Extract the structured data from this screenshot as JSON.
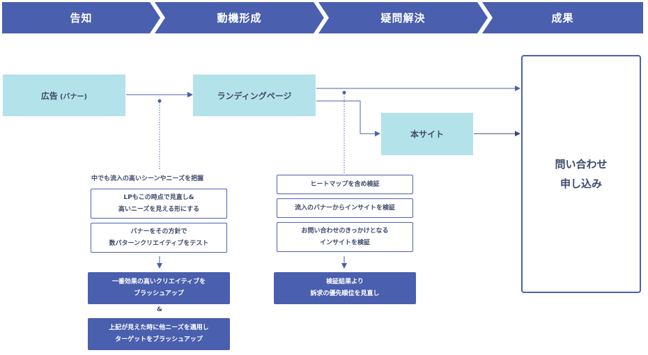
{
  "stages": [
    "告知",
    "動機形成",
    "疑問解決",
    "成果"
  ],
  "flow": {
    "ad_main": "広告",
    "ad_sub": "(バナー)",
    "landing": "ランディングページ",
    "main_site": "本サイト",
    "goal_line1": "問い合わせ",
    "goal_line2": "申し込み"
  },
  "left_column": {
    "heading": "中でも流入の高いシーンやニーズを把握",
    "box1_line1": "LPもこの時点で見直し&",
    "box1_line2": "高いニーズを見える形にする",
    "box2_line1": "バナーをその方針で",
    "box2_line2": "数パターンクリエイティブをテスト",
    "result1_line1": "一番効果の高いクリエイティブを",
    "result1_line2": "ブラッシュアップ",
    "connector": "&",
    "result2_line1": "上記が見えた時に他ニーズを適用し",
    "result2_line2": "ターゲットをブラッシュアップ"
  },
  "right_column": {
    "box1": "ヒートマップを含め検証",
    "box2": "流入のバナーからインサイトを検証",
    "box3_line1": "お問い合わせのきっかけとなる",
    "box3_line2": "インサイトを検証",
    "result_line1": "検証結果より",
    "result_line2": "訴求の優先順位を見直し"
  },
  "colors": {
    "stage_fill": "#4a5fae",
    "light_box": "#b4e2ea",
    "text": "#3c4a6b",
    "line": "#4a5fae"
  }
}
